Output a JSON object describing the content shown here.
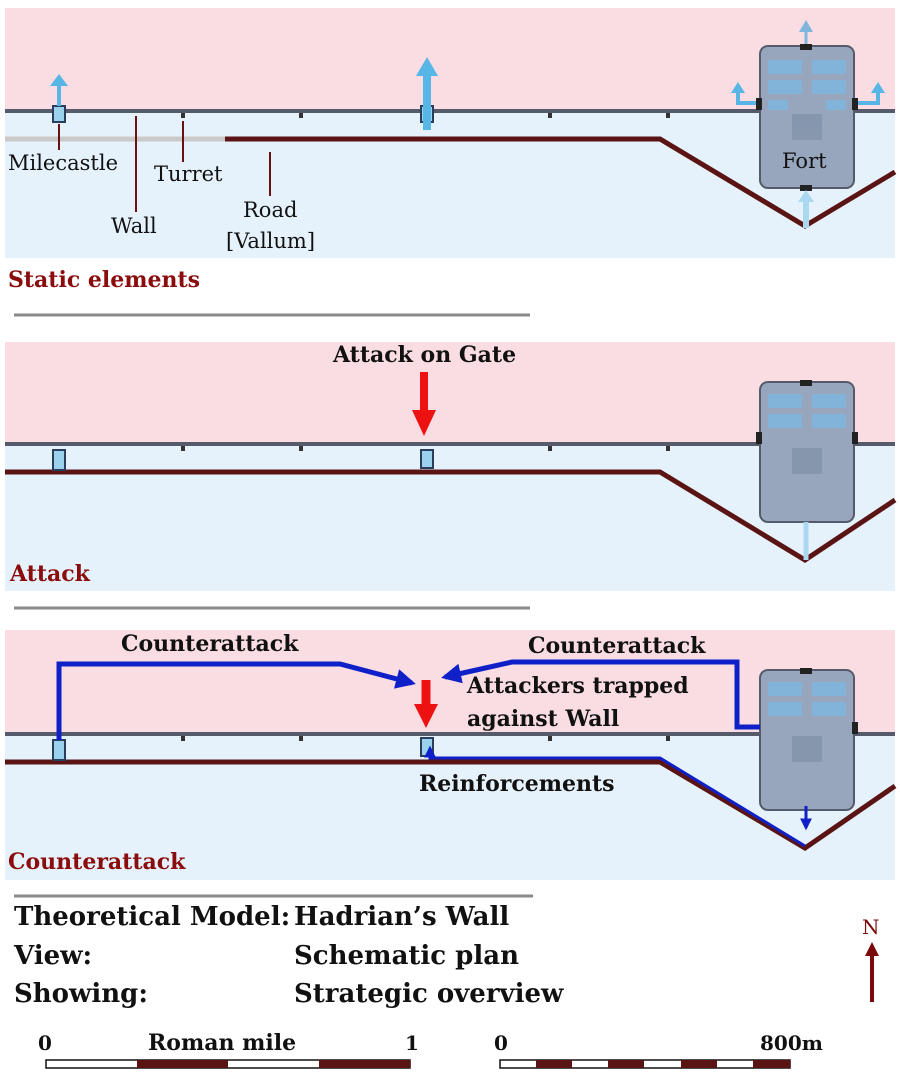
{
  "colors": {
    "north_zone": "#f9dde2",
    "south_zone": "#e6f2fb",
    "wall": "#555b6b",
    "road": "#5b1414",
    "section_title": "#8a0c0c",
    "attack": "#ee1111",
    "counterattack": "#1020c8",
    "movement": "#58b6e6",
    "fort": "#98a6bd",
    "divider": "#8a8a8a"
  },
  "panels": [
    {
      "title": "Static elements",
      "labels": {
        "milecastle": "Milecastle",
        "wall": "Wall",
        "turret": "Turret",
        "road_line1": "Road",
        "road_line2": "[Vallum]",
        "fort": "Fort"
      }
    },
    {
      "title": "Attack",
      "annotations": {
        "attack_on_gate": "Attack on Gate"
      }
    },
    {
      "title": "Counterattack",
      "annotations": {
        "counterattack_left": "Counterattack",
        "counterattack_right": "Counterattack",
        "trapped_line1": "Attackers trapped",
        "trapped_line2": "against Wall",
        "reinforcements": "Reinforcements"
      }
    }
  ],
  "info": {
    "model_key": "Theoretical Model:",
    "model_value": "Hadrian’s Wall",
    "view_key": "View:",
    "view_value": "Schematic plan",
    "showing_key": "Showing:",
    "showing_value": "Strategic overview"
  },
  "north_arrow_label": "N",
  "scale_roman": {
    "start": "0",
    "label": "Roman mile",
    "end": "1"
  },
  "scale_metric": {
    "start": "0",
    "end": "800m"
  }
}
